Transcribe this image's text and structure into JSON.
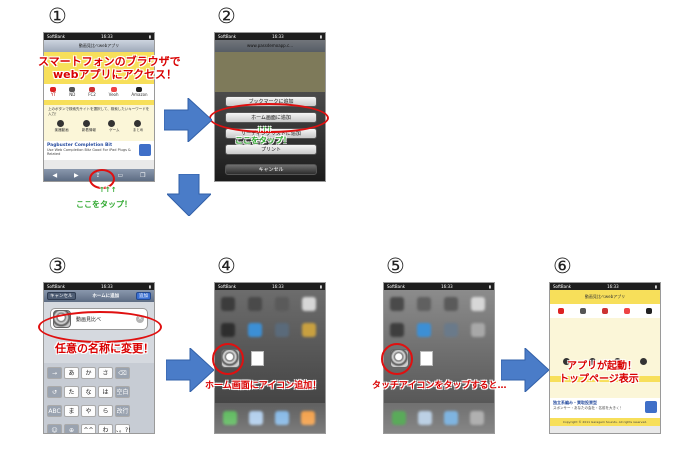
{
  "steps": [
    {
      "num": "①"
    },
    {
      "num": "②"
    },
    {
      "num": "③"
    },
    {
      "num": "④"
    },
    {
      "num": "⑤"
    },
    {
      "num": "⑥"
    }
  ],
  "callouts": {
    "s1_line1": "スマートフォンのブラウザで",
    "s1_line2": "webアプリにアクセス！",
    "s1_tap": "ここをタップ！",
    "s2_tap": "ここをタップ！",
    "s3_rename": "任意の名称に変更！",
    "s4_added": "ホーム画面にアイコン追加！",
    "s5_tap": "タッチアイコンをタップすると…",
    "s6_line1": "アプリが起動！",
    "s6_line2": "トップページ表示"
  },
  "phone1": {
    "carrier": "SoftBank",
    "time": "16:33",
    "url": "動画見比べwebアプリ",
    "nav_icons": [
      "YT",
      "ND",
      "FC2",
      "Veoh",
      "Amazon"
    ],
    "info_text": "上のボタンで検索先サイトを選択して、検索したいキーワードを入力！",
    "cat_icons": [
      "楽器動画",
      "新着情報",
      "ゲーム",
      "まとめ"
    ],
    "ad_title": "Pagbuster Completion Bit",
    "ad_sub": "Use Web Completion Bitz Good For iPad Plugs & Related"
  },
  "phone2": {
    "url": "www.passdemoapp.c...",
    "menu": [
      "ブックマークに追加",
      "ホーム画面に追加",
      "リーディングリストに追加",
      "プリント",
      "キャンセル"
    ]
  },
  "phone3": {
    "cancel": "キャンセル",
    "title": "ホームに追加",
    "add": "追加",
    "field_value": "動画見比べ",
    "keys_row1": [
      "→",
      "あ",
      "か",
      "さ",
      "⌫"
    ],
    "keys_row2": [
      "↺",
      "た",
      "な",
      "は",
      "空白"
    ],
    "keys_row3": [
      "ABC",
      "ま",
      "や",
      "ら",
      "改行"
    ],
    "keys_row4": [
      "☺",
      "⊕",
      "^^",
      "わ",
      "、。?!"
    ]
  },
  "phone6": {
    "url": "動画見比べwebアプリ",
    "footer": "Copyright © 2011 Garagem Sounds. All rights reserved.",
    "ad_title": "独立系編み・買取投資型",
    "ad_sub": "スポンサー・あなたの会社・名前を大きく！"
  }
}
